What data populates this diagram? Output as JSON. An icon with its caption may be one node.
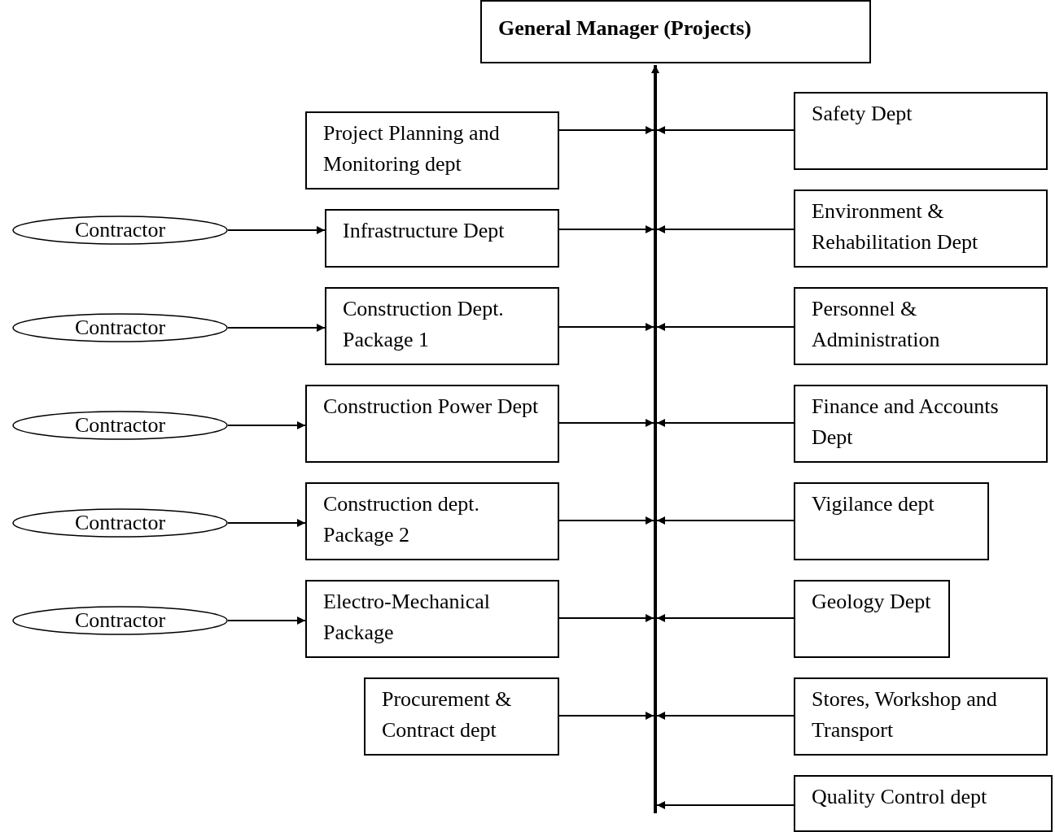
{
  "diagram": {
    "nodes": [
      {
        "text": [
          "General Manager (Projects)"
        ]
      },
      {
        "text": [],
        "shape": "bar"
      },
      {
        "text": [
          "Project Planning and Monitoring dept"
        ]
      },
      {
        "text": [
          "Safety Dept"
        ]
      },
      {
        "text": [
          "Contractor"
        ]
      },
      {
        "text": [
          "Infrastructure Dept"
        ]
      },
      {
        "text": [
          "Environment & Rehabilitation Dept"
        ]
      },
      {
        "text": [
          "Contractor"
        ]
      },
      {
        "text": [
          "Construction Dept. Package 1"
        ]
      },
      {
        "text": [
          "Personnel & Administration"
        ]
      },
      {
        "text": [
          "Contractor"
        ]
      },
      {
        "text": [
          "Construction Power Dept"
        ]
      },
      {
        "text": [
          "Finance and Accounts Dept"
        ]
      },
      {
        "text": [
          "Contractor"
        ]
      },
      {
        "text": [
          "Construction dept. Package 2"
        ]
      },
      {
        "text": [
          "Vigilance dept"
        ]
      },
      {
        "text": [
          "Contractor"
        ]
      },
      {
        "text": [
          "Electro-Mechanical Package"
        ]
      },
      {
        "text": [
          "Geology Dept"
        ]
      },
      {
        "text": [
          "Procurement & Contract dept"
        ]
      },
      {
        "text": [
          "Stores, Workshop and Transport"
        ]
      },
      {
        "text": [
          "Quality Control dept"
        ]
      }
    ],
    "edges": [
      {
        "from": 1,
        "to": 0,
        "arrow": "to",
        "style": "thick"
      },
      {
        "from": 2,
        "to": 1,
        "arrow": "to"
      },
      {
        "from": 3,
        "to": 1,
        "arrow": "to"
      },
      {
        "from": 4,
        "to": 5,
        "arrow": "to"
      },
      {
        "from": 5,
        "to": 1,
        "arrow": "to"
      },
      {
        "from": 6,
        "to": 1,
        "arrow": "to"
      },
      {
        "from": 7,
        "to": 8,
        "arrow": "to"
      },
      {
        "from": 8,
        "to": 1,
        "arrow": "to"
      },
      {
        "from": 9,
        "to": 1,
        "arrow": "to"
      },
      {
        "from": 10,
        "to": 11,
        "arrow": "to"
      },
      {
        "from": 11,
        "to": 1,
        "arrow": "to"
      },
      {
        "from": 12,
        "to": 1,
        "arrow": "to"
      },
      {
        "from": 13,
        "to": 14,
        "arrow": "to"
      },
      {
        "from": 14,
        "to": 1,
        "arrow": "to"
      },
      {
        "from": 15,
        "to": 1,
        "arrow": "to"
      },
      {
        "from": 16,
        "to": 17,
        "arrow": "to"
      },
      {
        "from": 17,
        "to": 1,
        "arrow": "to"
      },
      {
        "from": 18,
        "to": 1,
        "arrow": "to"
      },
      {
        "from": 19,
        "to": 1,
        "arrow": "to"
      },
      {
        "from": 20,
        "to": 1,
        "arrow": "to"
      },
      {
        "from": 21,
        "to": 1,
        "arrow": "to"
      }
    ]
  }
}
